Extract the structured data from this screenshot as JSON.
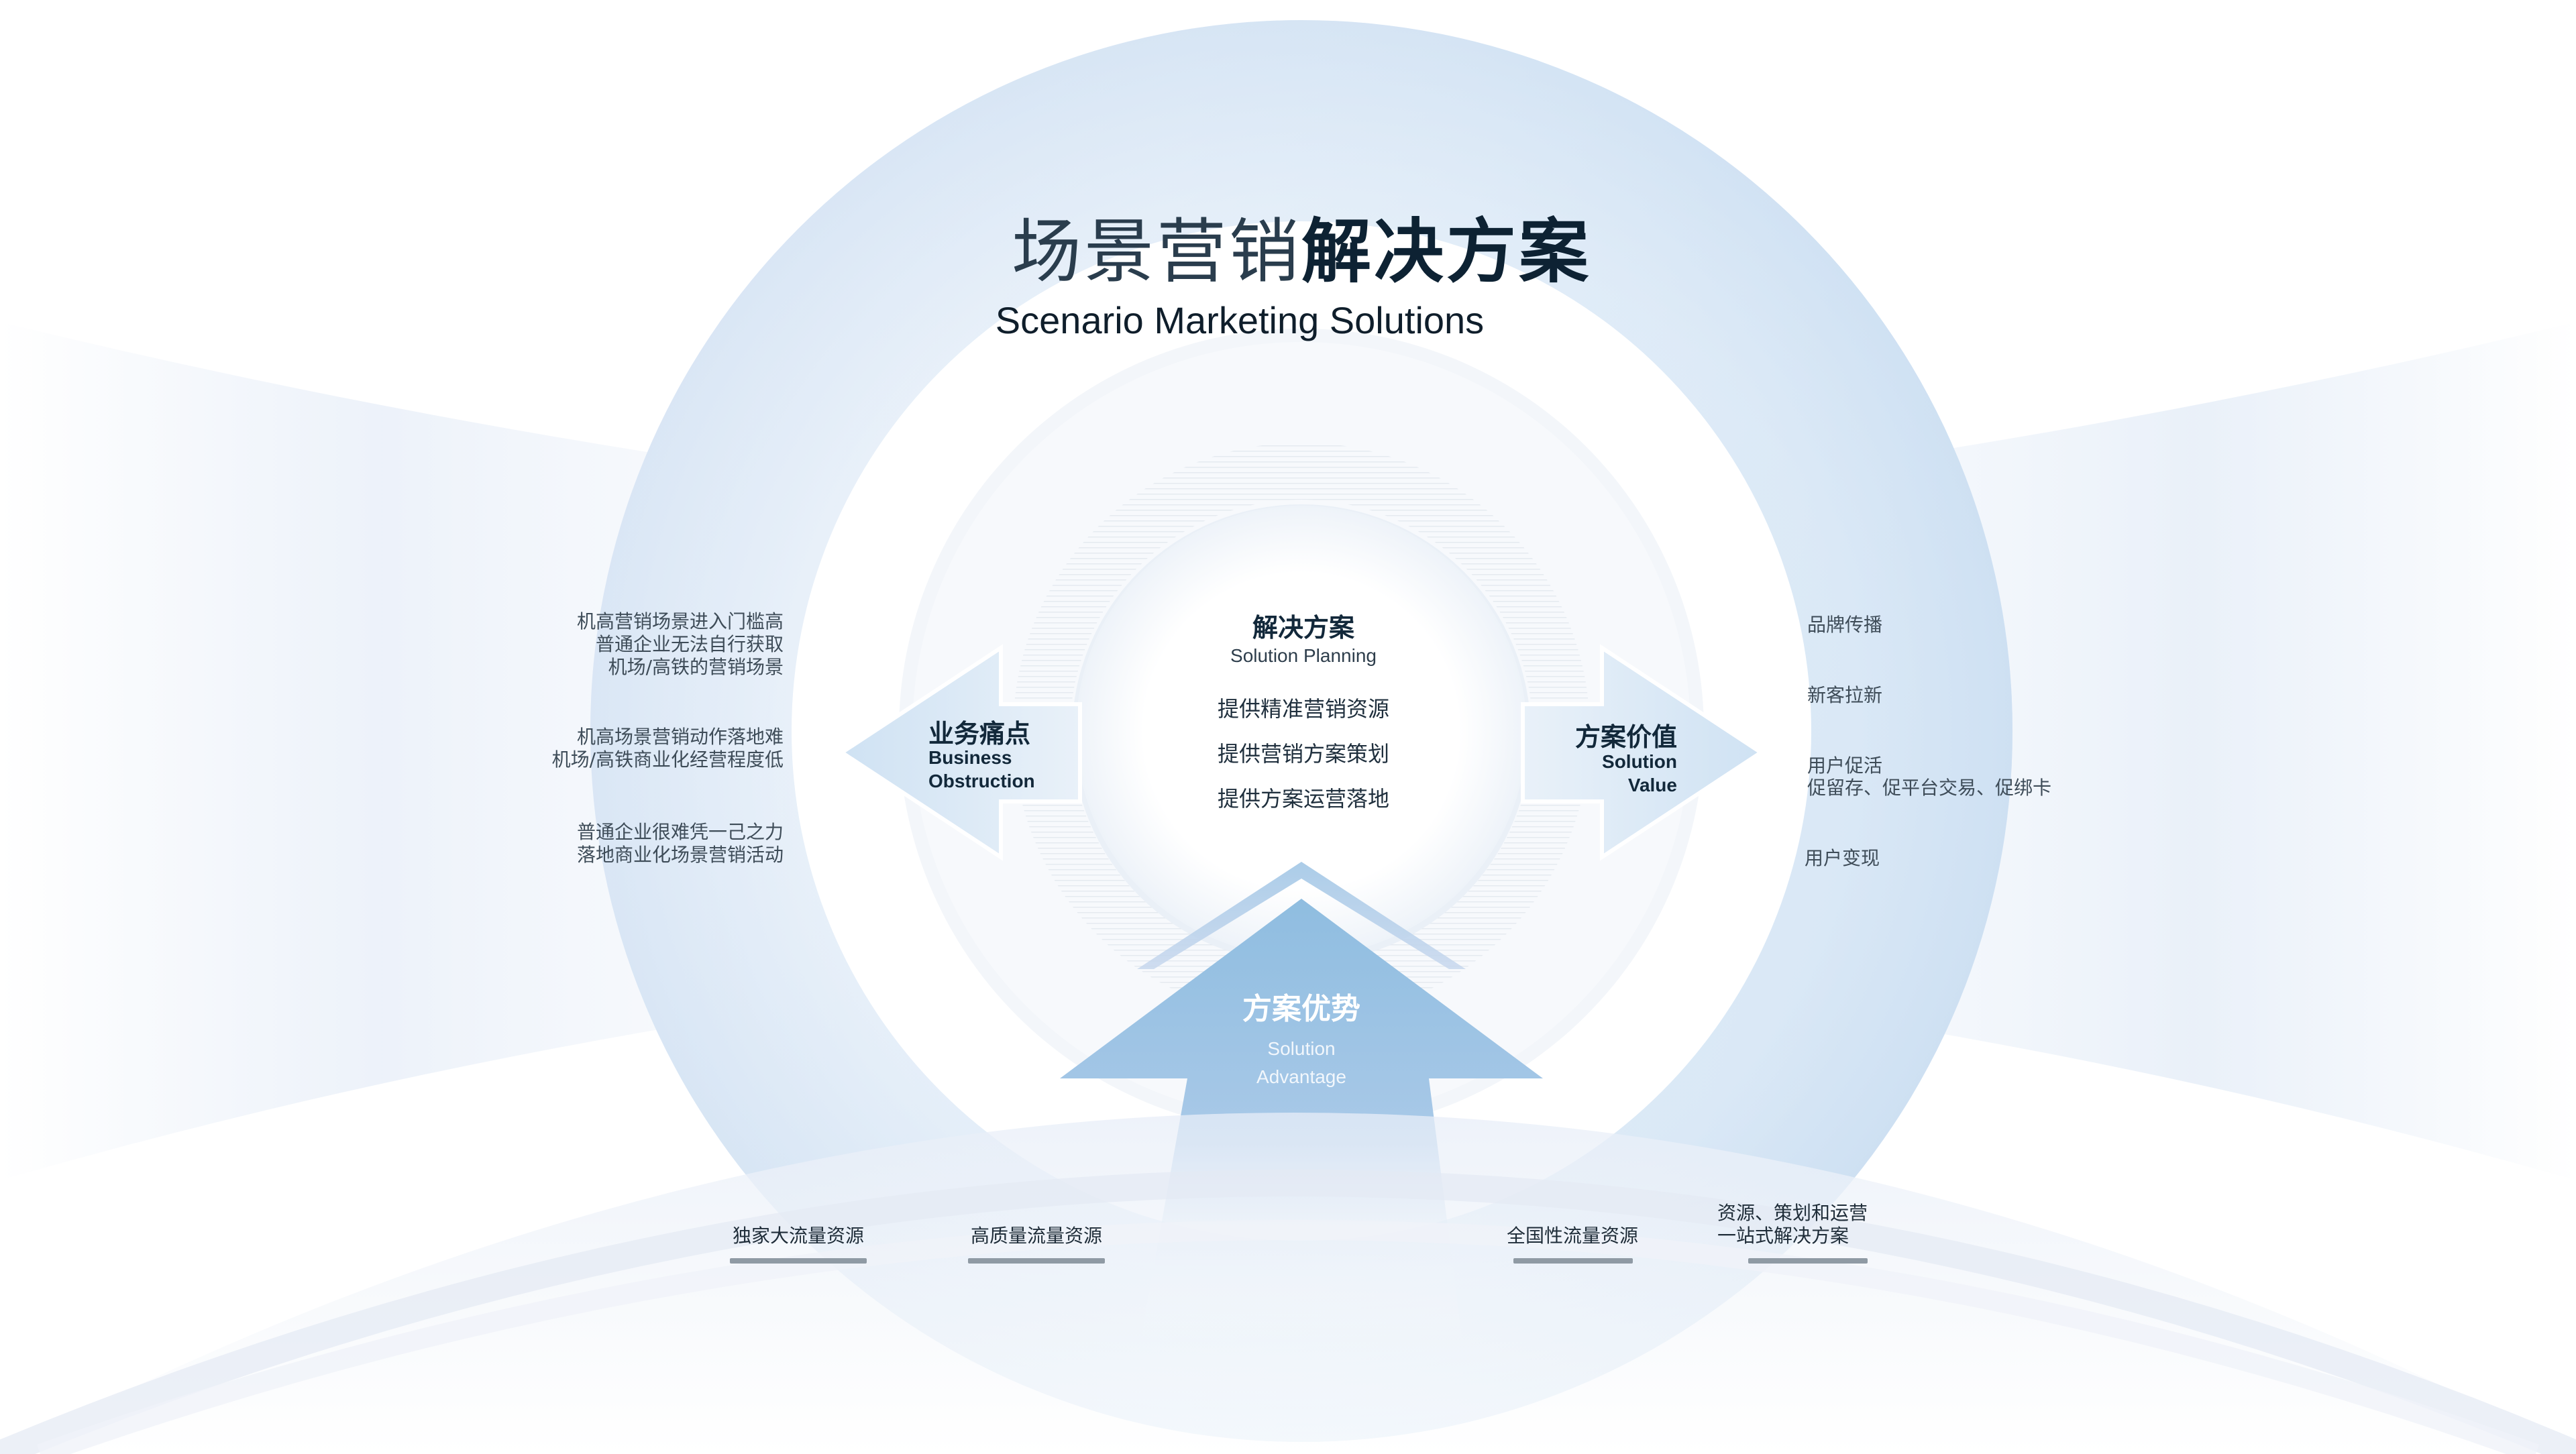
{
  "title": {
    "cn_light": "场景营销",
    "cn_bold": "解决方案",
    "en": "Scenario Marketing Solutions"
  },
  "center": {
    "heading": "解决方案",
    "subtitle": "Solution Planning",
    "items": [
      "提供精准营销资源",
      "提供营销方案策划",
      "提供方案运营落地"
    ]
  },
  "left_arrow": {
    "heading": "业务痛点",
    "subtitle_line1": "Business",
    "subtitle_line2": "Obstruction"
  },
  "right_arrow": {
    "heading": "方案价值",
    "subtitle_line1": "Solution",
    "subtitle_line2": "Value"
  },
  "bottom_arrow": {
    "heading": "方案优势",
    "subtitle_line1": "Solution",
    "subtitle_line2": "Advantage"
  },
  "pain_points": [
    {
      "line1": "机高营销场景进入门槛高",
      "line2": "普通企业无法自行获取",
      "line3": "机场/高铁的营销场景"
    },
    {
      "line1": "机高场景营销动作落地难",
      "line2": "机场/高铁商业化经营程度低"
    },
    {
      "line1": "普通企业很难凭一己之力",
      "line2": "落地商业化场景营销活动"
    }
  ],
  "values": [
    {
      "line1": "品牌传播"
    },
    {
      "line1": "新客拉新"
    },
    {
      "line1": "用户促活",
      "line2": "促留存、促平台交易、促绑卡"
    },
    {
      "line1": "用户变现"
    }
  ],
  "advantages": [
    {
      "line1": "独家大流量资源"
    },
    {
      "line1": "高质量流量资源"
    },
    {
      "line1": "全国性流量资源"
    },
    {
      "line1": "资源、策划和运营",
      "line2": "一站式解决方案"
    }
  ],
  "colors": {
    "title_dark": "#0d2233",
    "arrow_blue": "#8fbde0",
    "arc_light": "#dbe8f5",
    "text_gray": "#3e4c58"
  }
}
